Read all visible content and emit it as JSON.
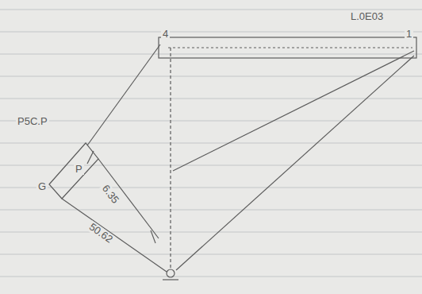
{
  "diagram": {
    "labels": [
      "L.0E03",
      "4",
      "1",
      "P5C.P",
      "G",
      "P",
      "6.35",
      "50.62"
    ]
  }
}
